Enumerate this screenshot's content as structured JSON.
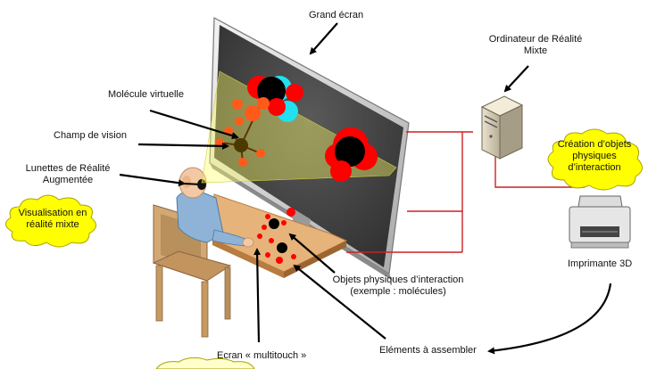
{
  "labels": {
    "grand_ecran": "Grand écran",
    "ordinateur_line1": "Ordinateur de Réalité",
    "ordinateur_line2": "Mixte",
    "molecule_virtuelle": "Molécule virtuelle",
    "champ_vision": "Champ de vision",
    "lunettes_line1": "Lunettes de Réalité",
    "lunettes_line2": "Augmentée",
    "objets_line1": "Objets physiques d’interaction",
    "objets_line2": "(exemple : molécules)",
    "imprimante": "Imprimante 3D",
    "elements": "Eléments à assembler",
    "ecran_multitouch": "Ecran « multitouch »"
  },
  "clouds": {
    "visualisation_line1": "Visualisation en",
    "visualisation_line2": "réalité mixte",
    "creation_line1": "Création d’objets",
    "creation_line2": "physiques",
    "creation_line3": "d’interaction"
  },
  "colors": {
    "cloud_fill": "#ffff00",
    "cable": "#cc2222",
    "atom_red": "#ff0000",
    "atom_orange": "#ff5a1a",
    "atom_cyan": "#22e0ee",
    "screen_dark": "#2e2e2e",
    "desk": "#e6b37a",
    "chair": "#d2a874"
  }
}
